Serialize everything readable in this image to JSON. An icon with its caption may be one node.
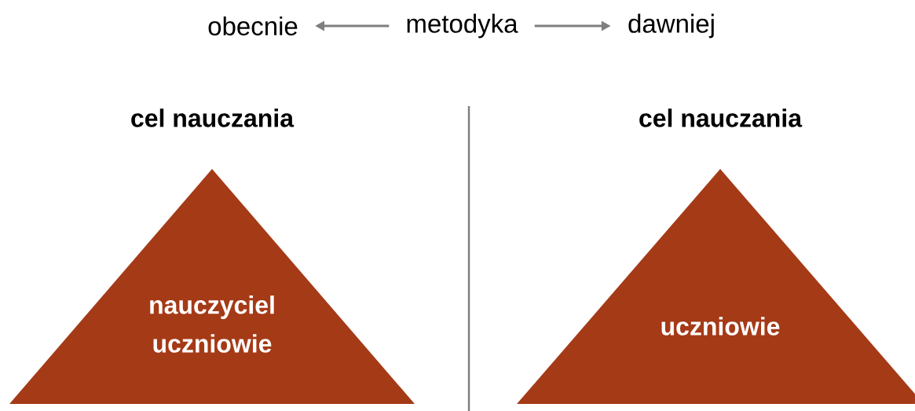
{
  "diagram": {
    "nodes": [
      {
        "text": [
          "obecnie"
        ]
      },
      {
        "text": [
          "metodyka"
        ]
      },
      {
        "text": [
          "dawniej"
        ]
      },
      {
        "text": [
          "cel nauczania",
          "nauczyciel",
          "uczniowie"
        ]
      },
      {
        "text": [
          "cel nauczania",
          "uczniowie"
        ]
      }
    ],
    "edges": [
      {
        "from": 1,
        "to": 0,
        "arrow": "to"
      },
      {
        "from": 1,
        "to": 2,
        "arrow": "to"
      }
    ]
  }
}
